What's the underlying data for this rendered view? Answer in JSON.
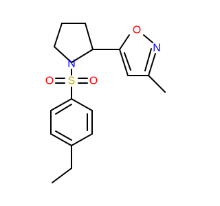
{
  "molecule": {
    "atoms": {
      "O_ring": {
        "label": "O",
        "color": "#ff0000"
      },
      "N_ring": {
        "label": "N",
        "color": "#0000ff"
      },
      "N_pyrrolidine": {
        "label": "N",
        "color": "#0000ff"
      },
      "S": {
        "label": "S",
        "color": "#b2b200"
      },
      "O_left": {
        "label": "O",
        "color": "#ff0000"
      },
      "O_right": {
        "label": "O",
        "color": "#ff0000"
      }
    }
  }
}
